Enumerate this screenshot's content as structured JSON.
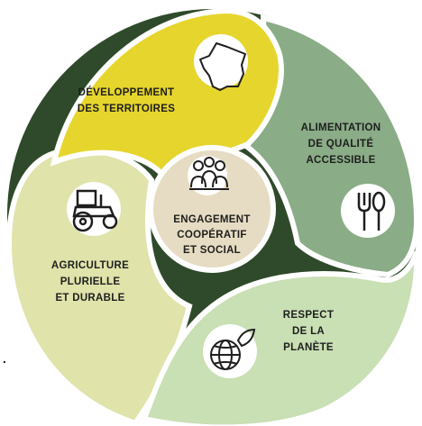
{
  "segments": {
    "territories": {
      "line1": "DÉVELOPPEMENT",
      "line2": "DES TERRITOIRES",
      "icon": "france-map-icon",
      "color": "#e6d52c"
    },
    "food": {
      "line1": "ALIMENTATION",
      "line2": "DE QUALITÉ",
      "line3": "ACCESSIBLE",
      "icon": "cutlery-icon",
      "color": "#8aac86"
    },
    "planet": {
      "line1": "RESPECT",
      "line2": "DE LA",
      "line3": "PLANÈTE",
      "icon": "globe-leaf-icon",
      "color": "#c9dfb4"
    },
    "agriculture": {
      "line1": "AGRICULTURE",
      "line2": "PLURIELLE",
      "line3": "ET DURABLE",
      "icon": "tractor-icon",
      "color": "#e0e3aa"
    }
  },
  "center": {
    "line1": "ENGAGEMENT",
    "line2": "COOPÉRATIF",
    "line3": "ET SOCIAL",
    "icon": "people-group-icon",
    "color": "#e6dcc3"
  },
  "stray_dot": "."
}
